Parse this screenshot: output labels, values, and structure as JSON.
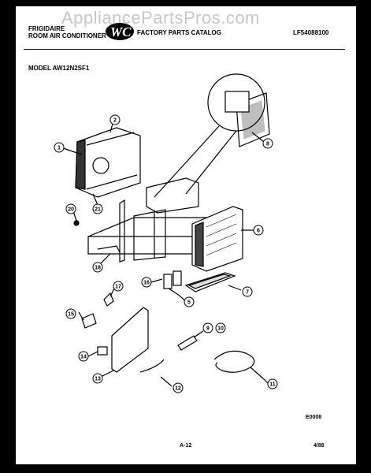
{
  "watermark": "AppliancePartsPros.com",
  "header": {
    "brand_line1": "FRIGIDAIRE",
    "brand_line2": "ROOM AIR CONDITIONER",
    "logo": "WC",
    "catalog": "FACTORY PARTS CATALOG",
    "doc_number": "LF54088100",
    "model": "MODEL AW12N2SF1"
  },
  "callouts": [
    "1",
    "2",
    "8",
    "20",
    "21",
    "6",
    "18",
    "16",
    "17",
    "5",
    "7",
    "15",
    "9",
    "10",
    "14",
    "13",
    "12",
    "11"
  ],
  "footer": {
    "code": "E0008",
    "page": "A-12",
    "date": "4/88"
  }
}
